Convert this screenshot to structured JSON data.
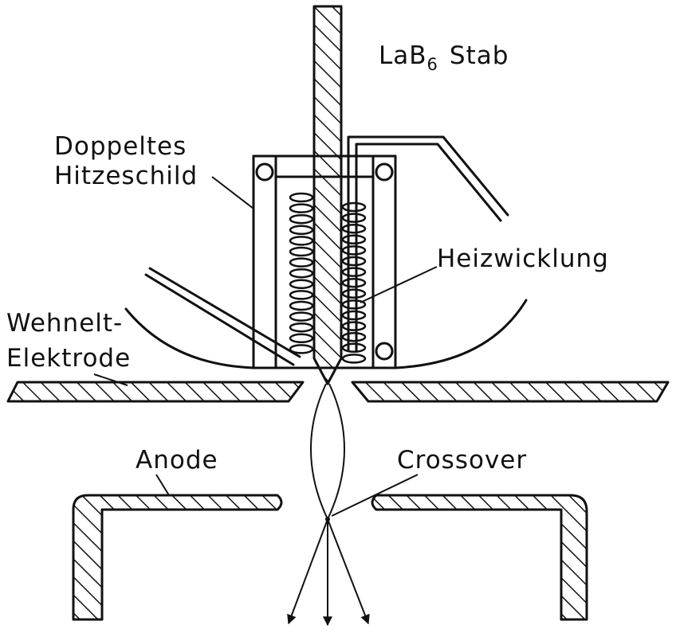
{
  "labels": {
    "rod_main": "LaB",
    "rod_sub": "6",
    "rod_tail": "Stab",
    "heat_shield_line1": "Doppeltes",
    "heat_shield_line2": "Hitzeschild",
    "heating_coil": "Heizwicklung",
    "wehnelt_line1": "Wehnelt-",
    "wehnelt_line2": "Elektrode",
    "anode": "Anode",
    "crossover": "Crossover"
  }
}
